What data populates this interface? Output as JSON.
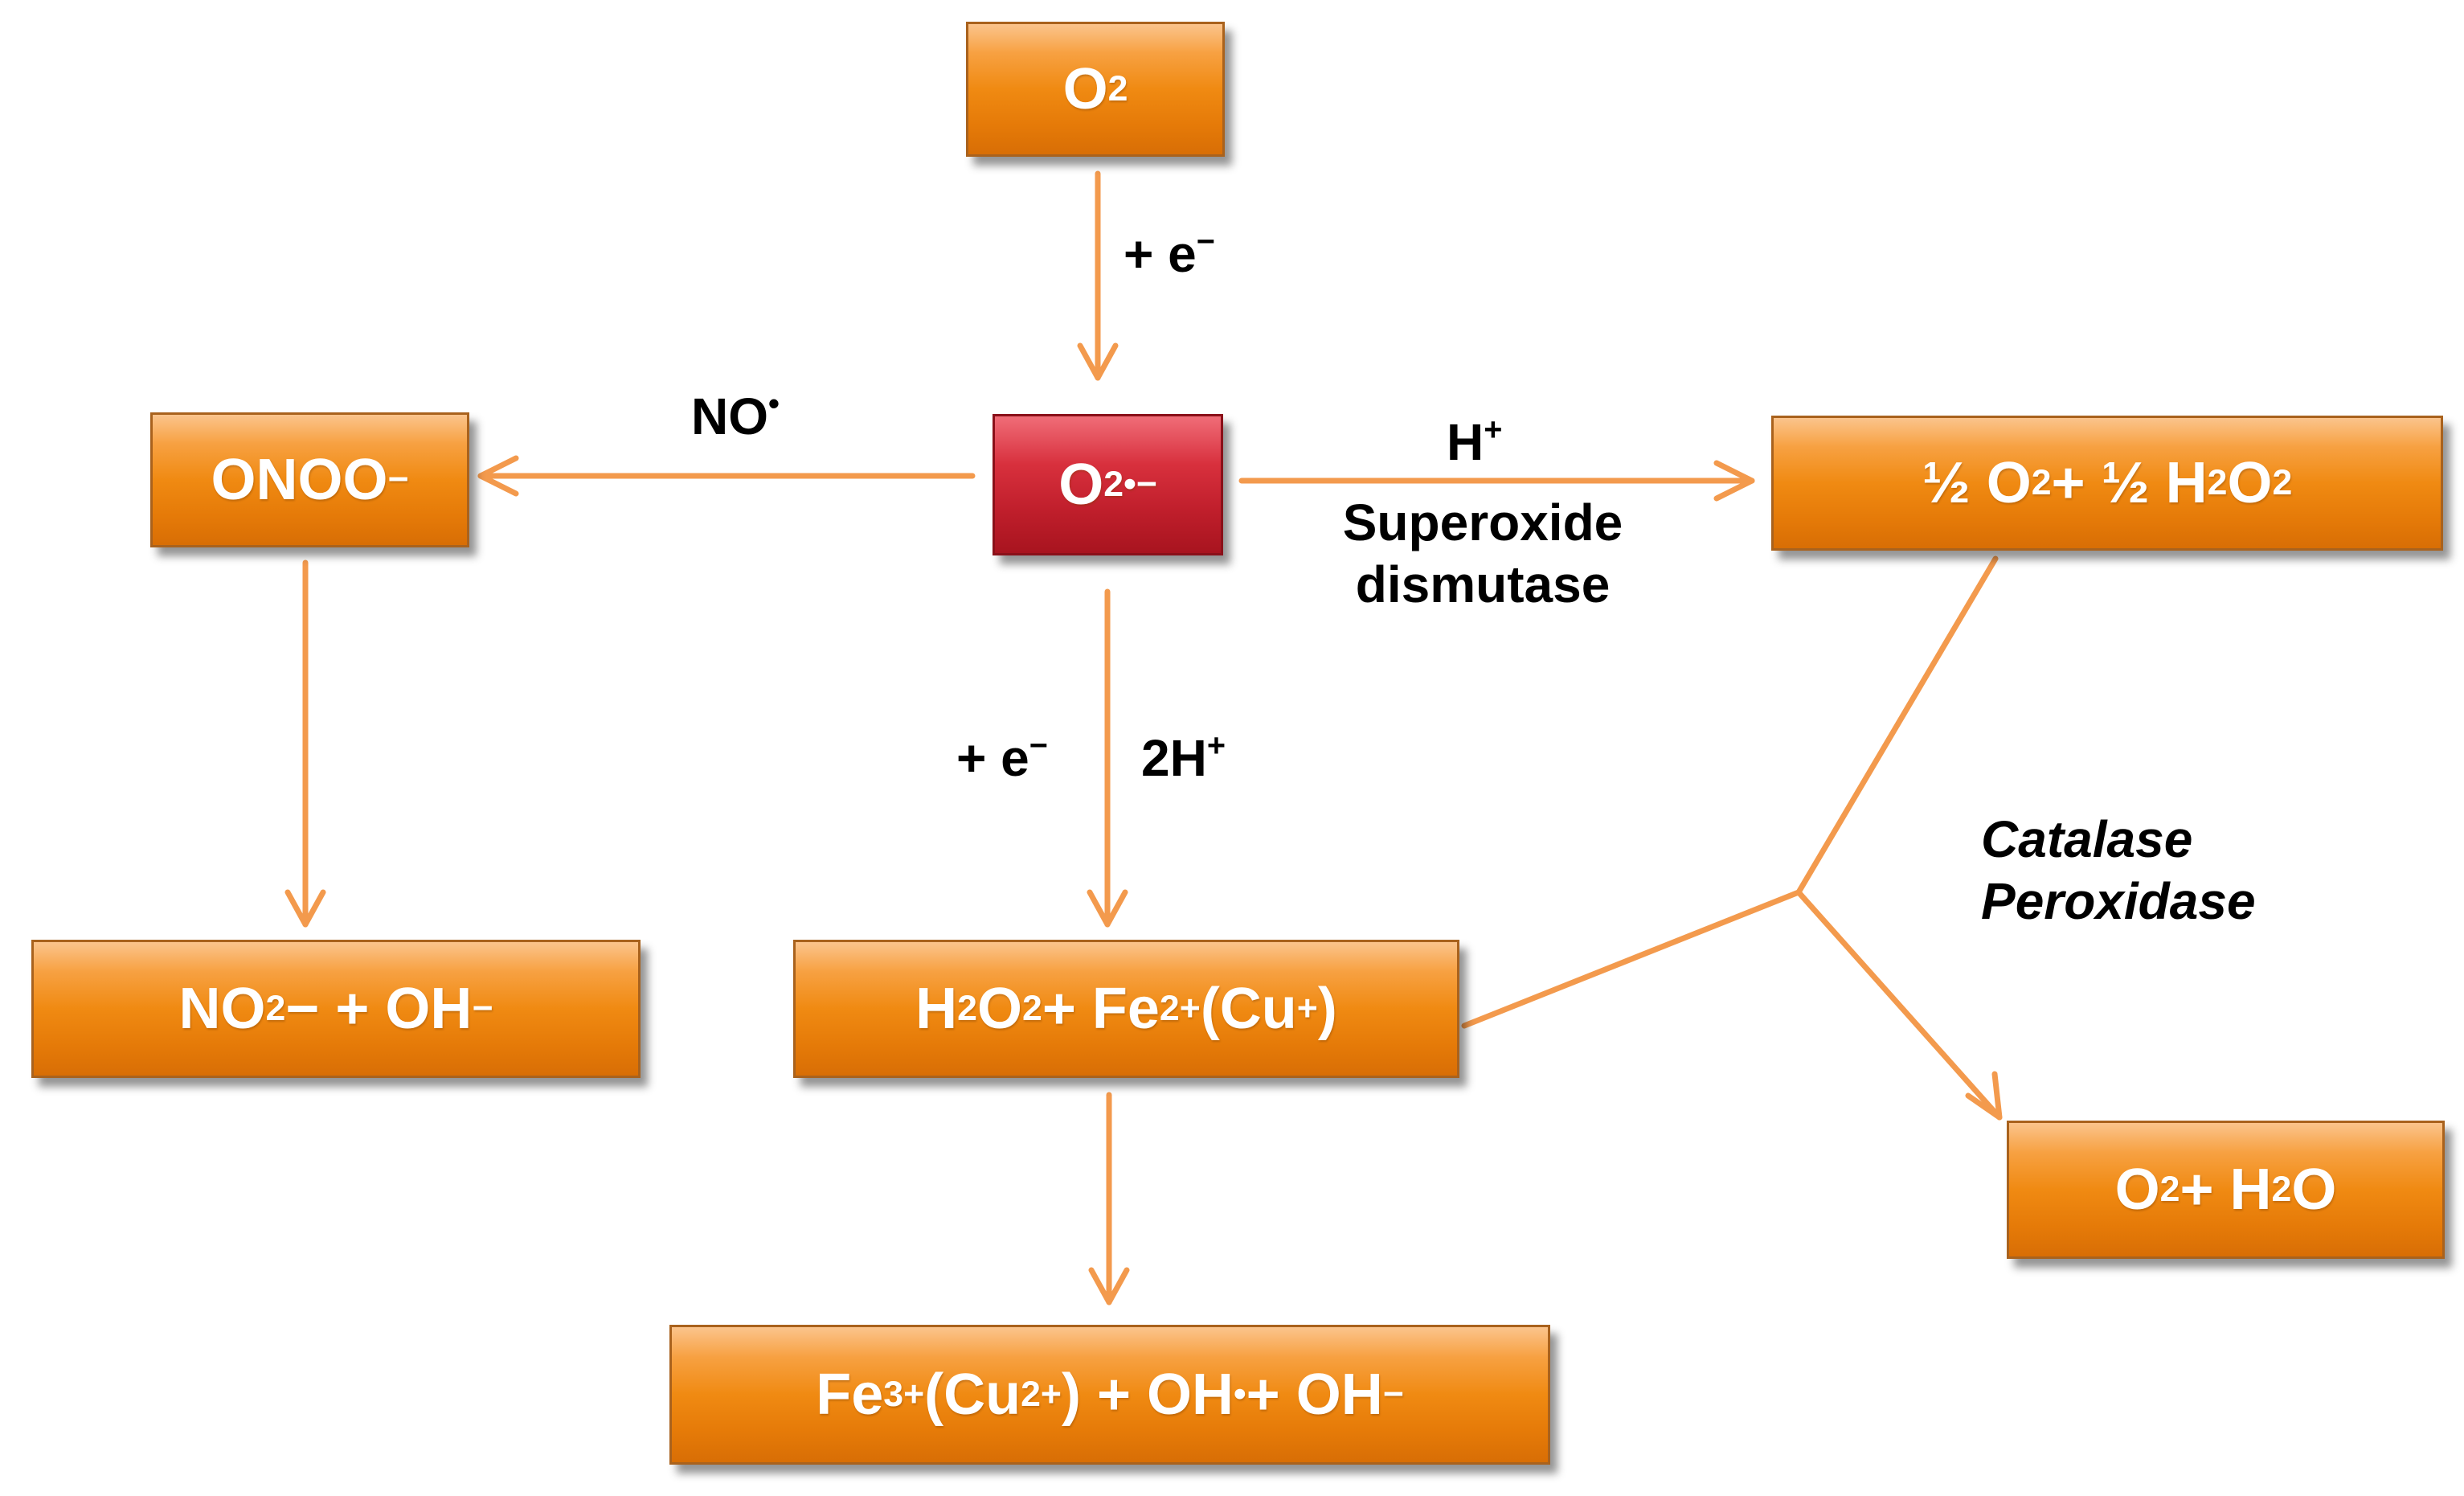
{
  "boxes": {
    "o2": "O₂",
    "superoxide": "O₂•−",
    "peroxynitrite": "ONOO−",
    "dismutation_products": "½ O₂ + ½ H₂O₂",
    "nitrite_products": "NO₂− + OH−",
    "peroxide_metal": "H₂O₂ + Fe²⁺ (Cu⁺)",
    "water_oxygen": "O₂ + H₂O",
    "fenton_products": "Fe³⁺ (Cu²⁺) + OH• + OH−"
  },
  "labels": {
    "electron_top": "+ e−",
    "nitric_oxide": "NO•",
    "proton": "H+",
    "sod_line1": "Superoxide",
    "sod_line2": "dismutase",
    "electron_mid": "+ e−",
    "two_protons": "2H+",
    "enzyme_line1": "Catalase",
    "enzyme_line2": "Peroxidase"
  },
  "colors": {
    "box_orange": "#f08a12",
    "box_red": "#bf1e2b",
    "arrow": "#f39a4d",
    "text_box": "#ffffff",
    "text_label": "#000000"
  }
}
